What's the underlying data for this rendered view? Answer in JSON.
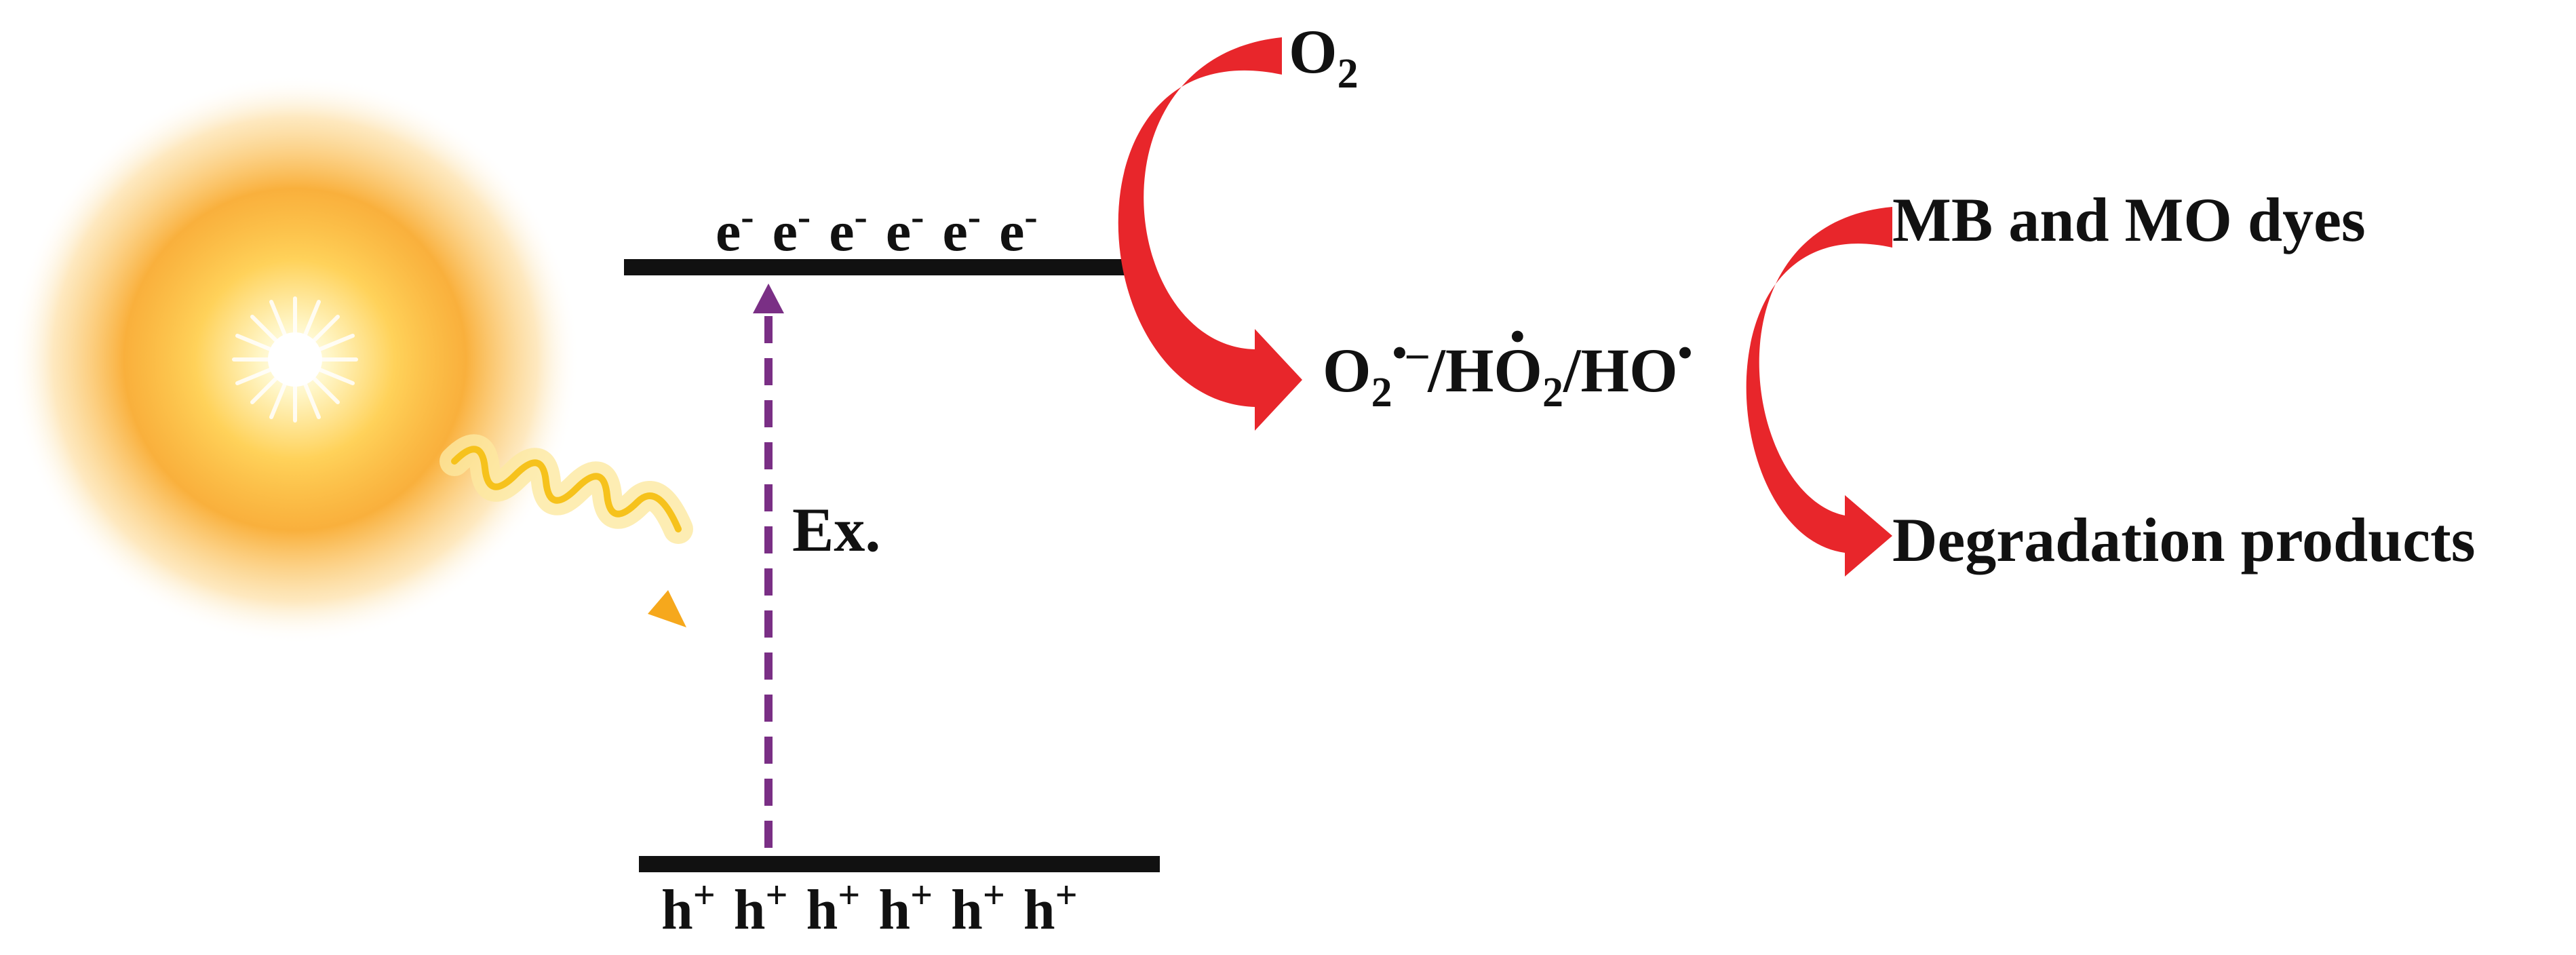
{
  "diagram": {
    "electrons": [
      "e",
      "e",
      "e",
      "e",
      "e",
      "e"
    ],
    "electron_charge": "-",
    "holes": [
      "h",
      "h",
      "h",
      "h",
      "h",
      "h"
    ],
    "hole_charge": "+",
    "excitation_label": "Ex.",
    "oxygen": {
      "symbol": "O",
      "subscript": "2"
    },
    "radicals": {
      "superoxide": {
        "symbol": "O",
        "subscript": "2",
        "charge": "•–"
      },
      "separator": "/",
      "hydroperoxyl": {
        "symbol": "HO",
        "subscript": "2",
        "dot": "•"
      },
      "hydroxyl": {
        "symbol": "HO",
        "dot": "•"
      }
    },
    "dyes_label": "MB and MO dyes",
    "products_label": "Degradation products",
    "colors": {
      "band": "#111111",
      "excitation_arrow": "#7a2f85",
      "reaction_arrow": "#e8262b",
      "sun_core": "#fffbe6",
      "sun_glow": "#f8a21a",
      "light_wave": "#f6c21c"
    },
    "icons": [
      "sun-icon",
      "light-wave-icon"
    ]
  }
}
